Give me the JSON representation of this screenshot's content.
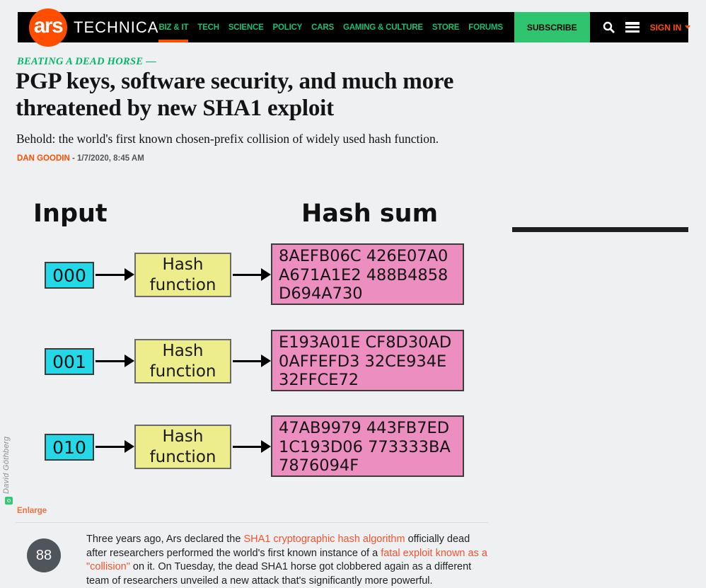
{
  "nav": {
    "brand": {
      "circle_text": "ars",
      "wordmark": "TECHNICA"
    },
    "items": [
      {
        "label": "BIZ & IT",
        "active": true
      },
      {
        "label": "TECH",
        "active": false
      },
      {
        "label": "SCIENCE",
        "active": false
      },
      {
        "label": "POLICY",
        "active": false
      },
      {
        "label": "CARS",
        "active": false
      },
      {
        "label": "GAMING & CULTURE",
        "active": false
      },
      {
        "label": "STORE",
        "active": false
      },
      {
        "label": "FORUMS",
        "active": false
      }
    ],
    "subscribe_label": "SUBSCRIBE",
    "sign_in_label": "SIGN IN"
  },
  "article": {
    "kicker": "BEATING A DEAD HORSE —",
    "title": "PGP keys, software security, and much more threatened by new SHA1 exploit",
    "subtitle": "Behold: the world's first known chosen-prefix collision of widely used hash function.",
    "author": "DAN GOODIN",
    "dateline": "- 1/7/2020, 8:45 AM"
  },
  "figure": {
    "credit": "David Göthberg",
    "enlarge_label": "Enlarge",
    "diagram": {
      "input_heading": "Input",
      "hash_heading": "Hash sum",
      "function_label": "Hash function",
      "rows": [
        {
          "input": "000",
          "hash_lines": [
            "8AEFB06C 426E07A0",
            "A671A1E2 488B4858",
            "D694A730"
          ]
        },
        {
          "input": "001",
          "hash_lines": [
            "E193A01E CF8D30AD",
            "0AFFEFD3 32CE934E",
            "32FFCE72"
          ]
        },
        {
          "input": "010",
          "hash_lines": [
            "47AB9979 443FB7ED",
            "1C193D06 773333BA",
            "7876094F"
          ]
        }
      ]
    }
  },
  "comments": {
    "count": "88"
  },
  "body": {
    "segments": [
      {
        "text": "Three years ago, Ars declared the "
      },
      {
        "text": "SHA1 cryptographic hash algorithm"
      },
      {
        "text": " officially dead after researchers performed the world's first known instance of a "
      },
      {
        "text": "fatal exploit known as a \"collision\""
      },
      {
        "text": " on it. On Tuesday, the dead SHA1 horse got clobbered again as a different team of researchers unveiled a new attack that's significantly more powerful."
      }
    ]
  },
  "colors": {
    "page_bg": "#eff0f2",
    "nav_bg": "#000000",
    "nav_link_green": "#1abe73",
    "subscribe_green": "#2ec56e",
    "brand_orange": "#ff4e00",
    "body_link_orange": "#f8522e",
    "kicker_green": "#00b86b",
    "diagram_input_box": "#24d8e8",
    "diagram_function_box": "#eded8c",
    "diagram_hash_box": "#ec8fc0",
    "comment_bubble_gray": "#4e555b"
  }
}
